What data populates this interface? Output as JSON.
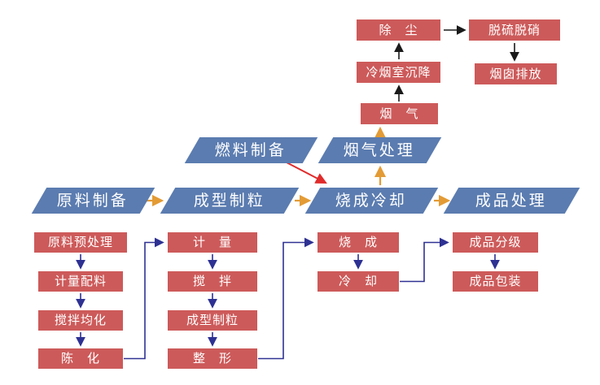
{
  "colors": {
    "process_box_fill": "#cd5a5a",
    "stage_fill": "#5b7cb0",
    "box_text": "#ffffff",
    "arrow_main_orange": "#e39b35",
    "arrow_sub_navy": "#2e3192",
    "arrow_top_black": "#1a1a1a",
    "arrow_fuel_red": "#e02b2b"
  },
  "stages": {
    "fuel_prep": "燃料制备",
    "flue_gas_treatment": "烟气处理",
    "raw_material_prep": "原料制备",
    "forming_granulation": "成型制粒",
    "firing_cooling": "烧成冷却",
    "product_handling": "成品处理"
  },
  "flue_gas_chain": {
    "flue_gas": "烟　气",
    "cold_chamber_settling": "冷烟室沉降",
    "dust_removal": "除　尘",
    "desulfurization_denitration": "脱硫脱硝",
    "stack_emission": "烟囱排放"
  },
  "raw_material_chain": [
    "原料预处理",
    "计量配料",
    "搅拌均化",
    "陈　化"
  ],
  "forming_chain": [
    "计　量",
    "搅　拌",
    "成型制粒",
    "整　形"
  ],
  "firing_chain": [
    "烧　成",
    "冷　却"
  ],
  "product_chain": [
    "成品分级",
    "成品包装"
  ]
}
